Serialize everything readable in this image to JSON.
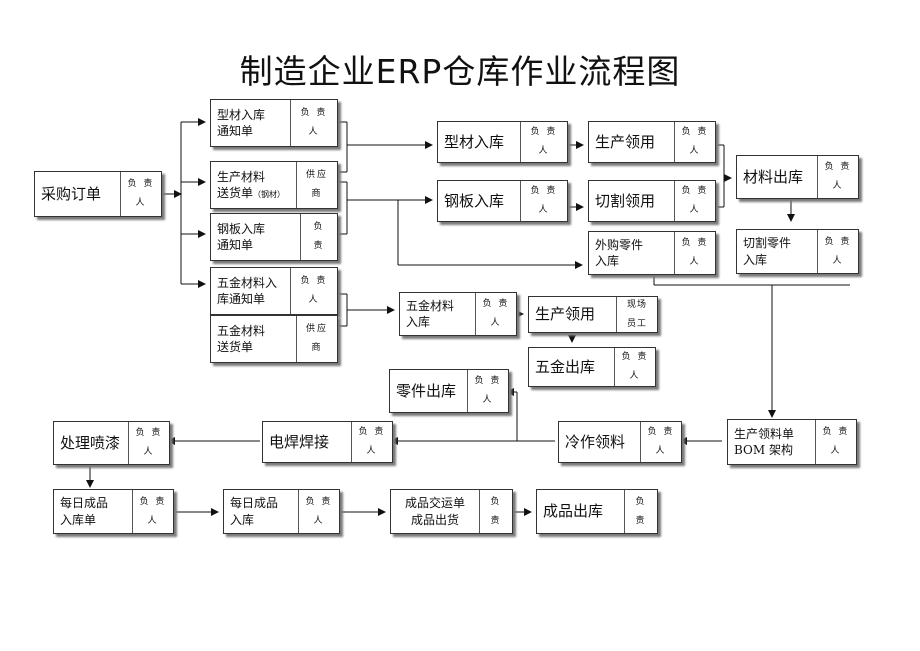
{
  "title": "制造企业ERP仓库作业流程图",
  "boxes": {
    "caigou": {
      "label": "采购订单",
      "side": "负 责\n人"
    },
    "xingcai_tz": {
      "label": "型材入库\n通知单",
      "side": "负 责\n人"
    },
    "shengchan_cl": {
      "label": "生产材料\n送货单",
      "label_small": "（钢材）",
      "side": "供应\n商"
    },
    "gangban_tz": {
      "label": "钢板入库\n通知单",
      "side": "负\n责"
    },
    "wujin_tz": {
      "label": "五金材料入\n库通知单",
      "side": "负 责\n人"
    },
    "wujin_song": {
      "label": "五金材料\n送货单",
      "side": "供应\n商"
    },
    "xingcai_rk": {
      "label": "型材入库",
      "side": "负 责\n人"
    },
    "gangban_rk": {
      "label": "钢板入库",
      "side": "负 责\n人"
    },
    "sc_lingyong1": {
      "label": "生产领用",
      "side": "负 责\n人"
    },
    "qiege_lingyong": {
      "label": "切割领用",
      "side": "负 责\n人"
    },
    "waigou_rk": {
      "label": "外购零件\n入库",
      "side": "负 责\n人"
    },
    "cailiao_ck": {
      "label": "材料出库",
      "side": "负 责\n人"
    },
    "qiege_rk": {
      "label": "切割零件\n入库",
      "side": "负 责\n人"
    },
    "wujin_rk": {
      "label": "五金材料\n入库",
      "side": "负 责\n人"
    },
    "sc_lingyong2": {
      "label": "生产领用",
      "side": "现场\n员工"
    },
    "wujin_ck": {
      "label": "五金出库",
      "side": "负 责\n人"
    },
    "lingjian_ck": {
      "label": "零件出库",
      "side": "负 责\n人"
    },
    "bom": {
      "label": "生产领料单\nBOM 架构",
      "side": "负 责\n人"
    },
    "lengzuo": {
      "label": "冷作领料",
      "side": "负 责\n人"
    },
    "diandhan": {
      "label": "电焊焊接",
      "side": "负 责\n人"
    },
    "penqi": {
      "label": "处理喷漆",
      "side": "负 责\n人"
    },
    "meiri_rkd": {
      "label": "每日成品\n入库单",
      "side": "负 责\n人"
    },
    "meiri_rk": {
      "label": "每日成品\n入库",
      "side": "负 责\n人"
    },
    "chengpin_jy": {
      "label": "成品交运单\n成品出货",
      "side": "负\n责"
    },
    "chengpin_ck": {
      "label": "成品出库",
      "side": "负\n责"
    }
  }
}
